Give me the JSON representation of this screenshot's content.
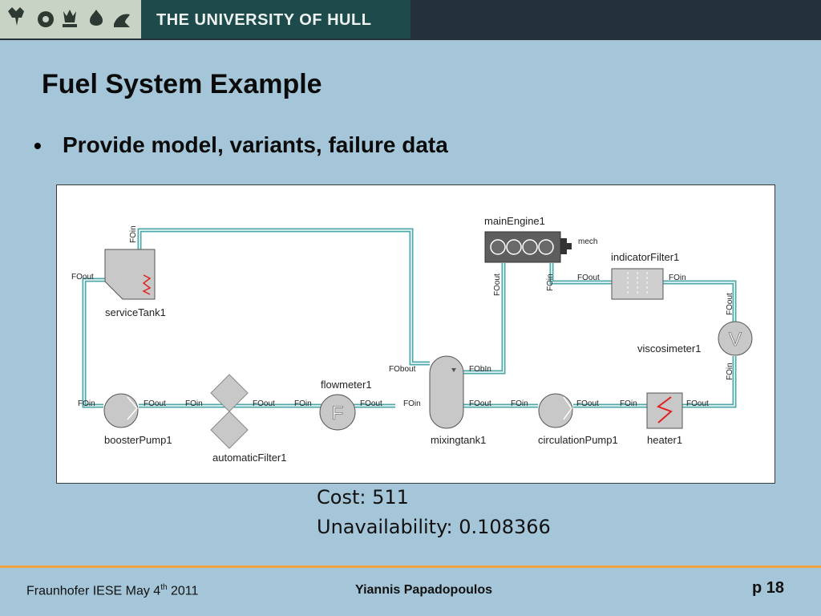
{
  "header": {
    "university": "THE UNIVERSITY OF HULL"
  },
  "slide": {
    "title": "Fuel System Example",
    "bullet": "Provide model, variants, failure data"
  },
  "diagram": {
    "components": {
      "mainEngine": "mainEngine1",
      "mech": "mech",
      "indicatorFilter": "indicatorFilter1",
      "serviceTank": "serviceTank1",
      "viscosimeter": "viscosimeter1",
      "flowmeter": "flowmeter1",
      "boosterPump": "boosterPump1",
      "automaticFilter": "automaticFilter1",
      "mixingtank": "mixingtank1",
      "circulationPump": "circulationPump1",
      "heater": "heater1"
    },
    "symbols": {
      "flowmeter": "F",
      "viscosimeter": "V"
    },
    "ports": {
      "st_in": "FOin",
      "st_out": "FOout",
      "me_out": "FOout",
      "me_in": "FOin",
      "if_out": "FOout",
      "if_in": "FOin",
      "v_out": "FOout",
      "v_in": "FOin",
      "bp_in": "FOin",
      "bp_out": "FOout",
      "af_in": "FOin",
      "af_out": "FOout",
      "fm_in": "FOin",
      "fm_out": "FOout",
      "mt_in": "FOin",
      "mt_out": "FOout",
      "mt_bout": "FObout",
      "mt_bin": "FObIn",
      "cp_in": "FOin",
      "cp_out": "FOout",
      "h_in": "FOin",
      "h_out": "FOout"
    }
  },
  "results": {
    "cost": "Cost: 511",
    "unavailability": "Unavailability: 0.108366"
  },
  "footer": {
    "left_prefix": "Fraunhofer IESE May 4",
    "left_sup": "th",
    "left_suffix": " 2011",
    "author": "Yiannis Papadopoulos",
    "page": "p 18"
  },
  "colors": {
    "pipe": "#4ea8a8",
    "background": "#a4c6d8",
    "footer_rule": "#f0a040"
  }
}
